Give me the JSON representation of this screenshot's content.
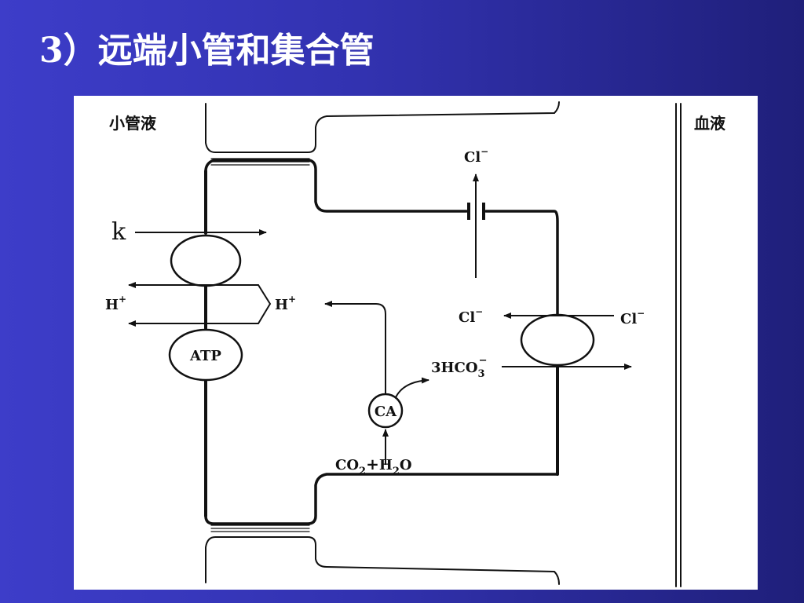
{
  "slide": {
    "title": "3）远端小管和集合管"
  },
  "diagram": {
    "lumen_label": "小管液",
    "blood_label": "血液",
    "k_label": "k",
    "h_left": "H",
    "h_left_sup": "+",
    "h_inside": "H",
    "h_inside_sup": "+",
    "atp_label": "ATP",
    "ca_label": "CA",
    "cl_top": "Cl",
    "cl_mid_left": "Cl",
    "cl_mid_right": "Cl",
    "bicarb_label": "3HCO",
    "bicarb_sub": "3",
    "bicarb_sup": "−",
    "co2_label": "CO",
    "co2_sub": "2",
    "plus": "+",
    "h2o_h": "H",
    "h2o_sub": "2",
    "h2o_o": "O",
    "minus_sup": "−"
  }
}
